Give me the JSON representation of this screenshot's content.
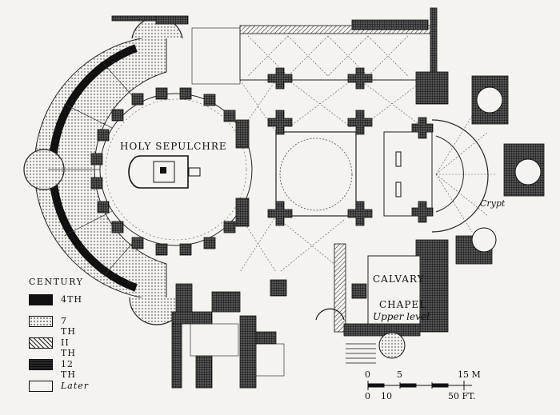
{
  "plan": {
    "labels": {
      "holy_sepulchre": "HOLY SEPULCHRE",
      "calvary": "CALVARY",
      "chapel": "CHAPEL",
      "upper_level": "Upper level",
      "crypt": "Crypt"
    }
  },
  "legend": {
    "title": "CENTURY",
    "items": [
      {
        "label": "4TH",
        "fill": "solid-black"
      },
      {
        "label": "7 TH",
        "fill": "dots"
      },
      {
        "label": "II TH",
        "fill": "hatch"
      },
      {
        "label": "12 TH",
        "fill": "crosshatch"
      },
      {
        "label": "Later",
        "fill": "white"
      }
    ]
  },
  "scale": {
    "meters": [
      "0",
      "5",
      "15 M"
    ],
    "feet": [
      "0",
      "10",
      "50 FT."
    ]
  }
}
